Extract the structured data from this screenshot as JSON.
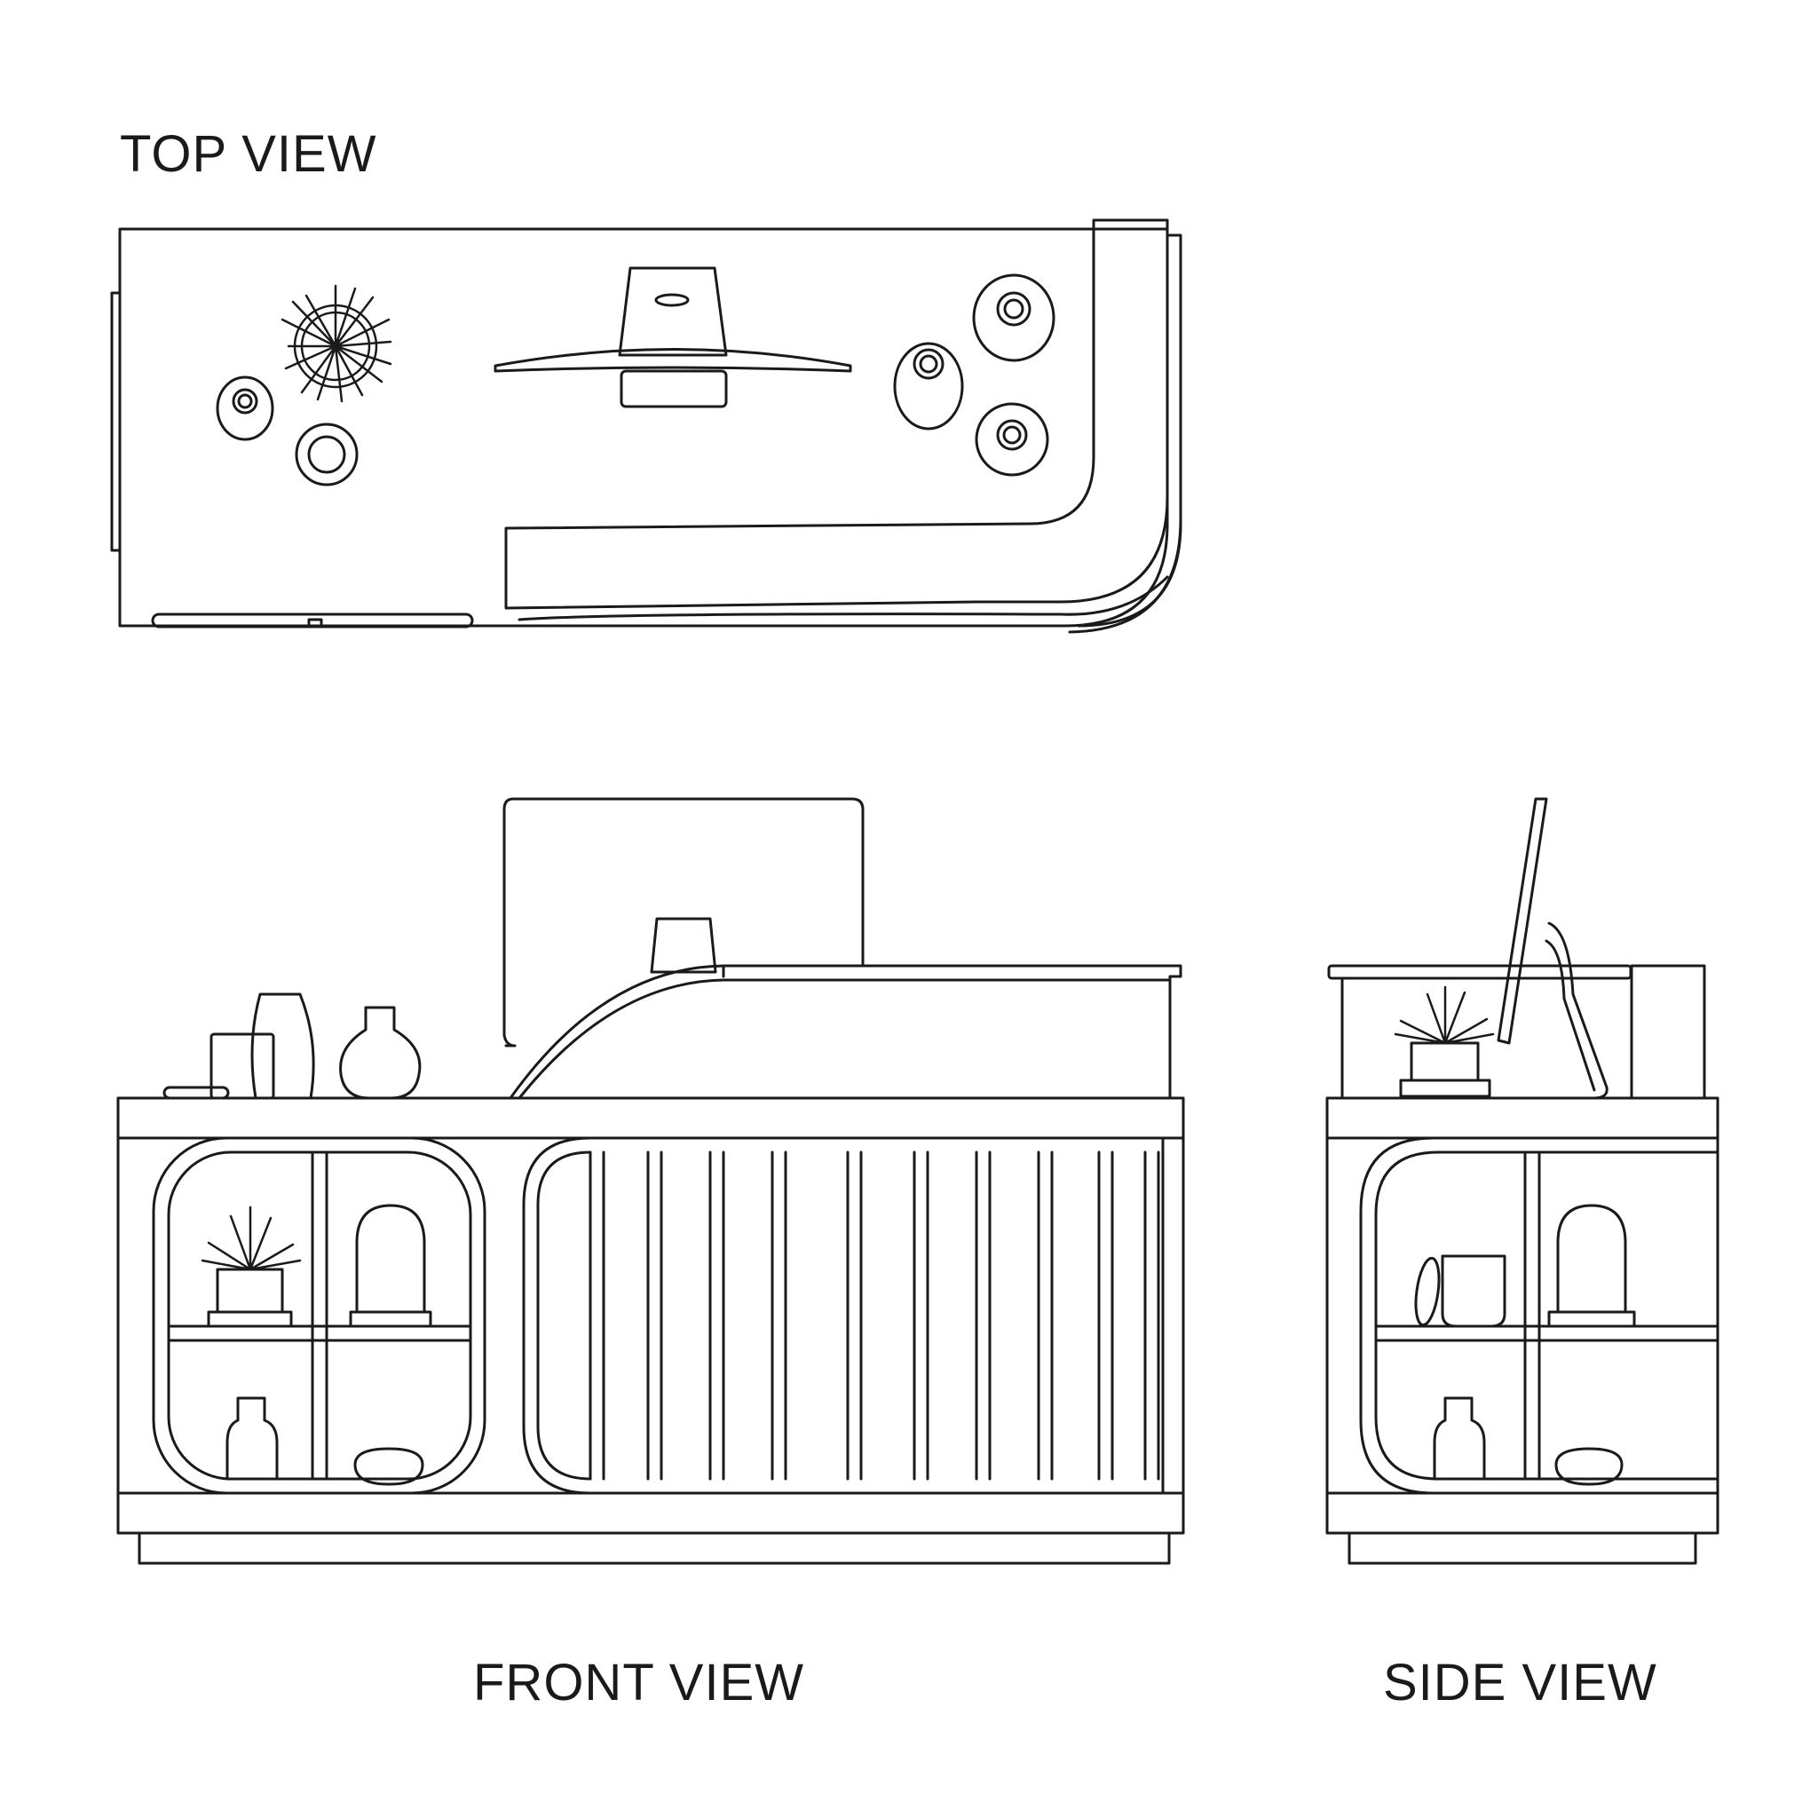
{
  "labels": {
    "top": "TOP VIEW",
    "front": "FRONT VIEW",
    "side": "SIDE VIEW"
  },
  "colors": {
    "line": "#1a1a1a",
    "background": "#ffffff"
  }
}
